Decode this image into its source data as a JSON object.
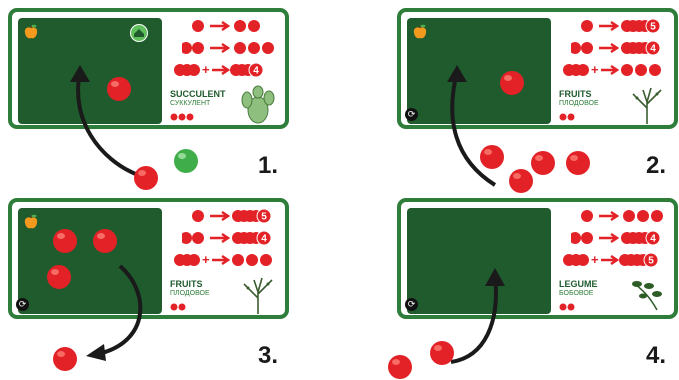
{
  "steps": [
    {
      "number": "1.",
      "card_name": "SUCCULENT",
      "card_subname": "СУККУЛЕНТ",
      "cost_dots": 3,
      "rules": [
        {
          "in": 1,
          "plus": false,
          "out_balls": 2,
          "out_badge": null
        },
        {
          "in": 2,
          "plus": false,
          "out_balls": 3,
          "out_badge": null
        },
        {
          "in": 3,
          "plus": true,
          "out_balls": 0,
          "out_badge": "4"
        }
      ],
      "field_balls": 1,
      "outside_balls": [
        "red",
        "green"
      ],
      "has_apple": true,
      "has_badge_icon": true,
      "has_corner_icon": false,
      "plant_icon": "cactus-icon"
    },
    {
      "number": "2.",
      "card_name": "FRUITS",
      "card_subname": "ПЛОДОВОЕ",
      "cost_dots": 2,
      "rules": [
        {
          "in": 1,
          "plus": false,
          "out_balls": 0,
          "out_badge": "5"
        },
        {
          "in": 2,
          "plus": false,
          "out_balls": 0,
          "out_badge": "4"
        },
        {
          "in": 3,
          "plus": true,
          "out_balls": 3,
          "out_badge": null
        }
      ],
      "field_balls": 1,
      "outside_balls": [
        "red",
        "red",
        "red",
        "red"
      ],
      "has_apple": true,
      "has_badge_icon": false,
      "has_corner_icon": true,
      "plant_icon": "fruit-tree-icon"
    },
    {
      "number": "3.",
      "card_name": "FRUITS",
      "card_subname": "ПЛОДОВОЕ",
      "cost_dots": 2,
      "rules": [
        {
          "in": 1,
          "plus": false,
          "out_balls": 0,
          "out_badge": "5"
        },
        {
          "in": 2,
          "plus": false,
          "out_balls": 0,
          "out_badge": "4"
        },
        {
          "in": 3,
          "plus": true,
          "out_balls": 3,
          "out_badge": null
        }
      ],
      "field_balls": 3,
      "outside_balls": [
        "red"
      ],
      "has_apple": true,
      "has_badge_icon": false,
      "has_corner_icon": true,
      "plant_icon": "fruit-tree-icon"
    },
    {
      "number": "4.",
      "card_name": "LEGUME",
      "card_subname": "БОБОВОЕ",
      "cost_dots": 2,
      "rules": [
        {
          "in": 1,
          "plus": false,
          "out_balls": 3,
          "out_badge": null
        },
        {
          "in": 2,
          "plus": false,
          "out_balls": 0,
          "out_badge": "4"
        },
        {
          "in": 3,
          "plus": true,
          "out_balls": 0,
          "out_badge": "5"
        }
      ],
      "field_balls": 0,
      "outside_balls": [
        "red",
        "red"
      ],
      "has_apple": false,
      "has_badge_icon": false,
      "has_corner_icon": true,
      "plant_icon": "legume-icon"
    }
  ],
  "colors": {
    "card_border": "#2e7d3a",
    "field": "#1f5b2d",
    "ball": "#e32227",
    "green_ball": "#3fae4a"
  }
}
